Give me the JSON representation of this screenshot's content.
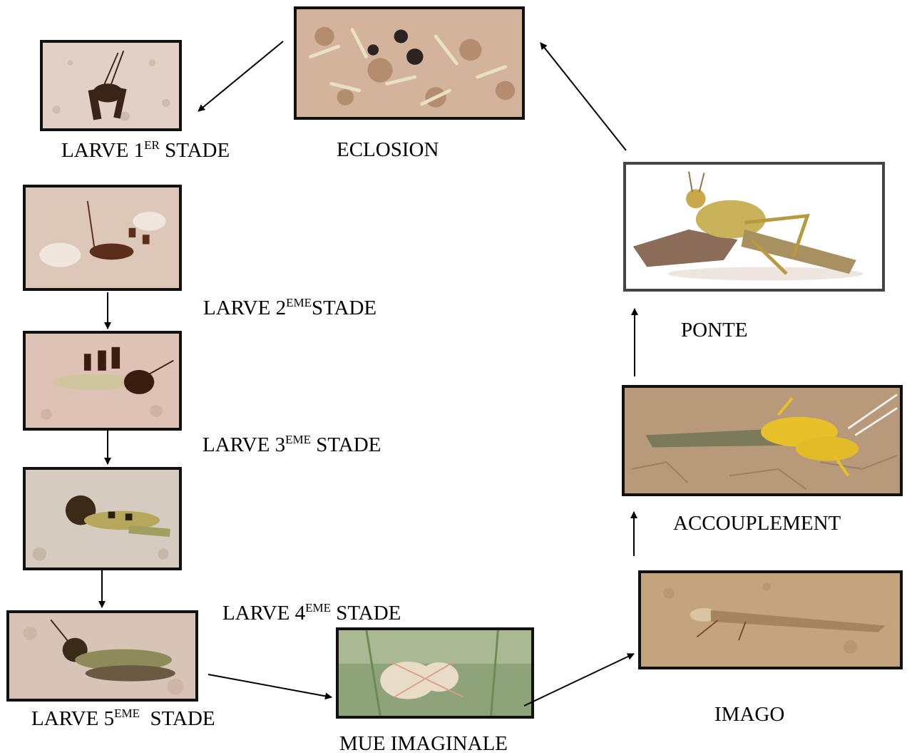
{
  "stages": {
    "l1": {
      "main": "LARVE 1",
      "sup": "ER",
      "rest": " STADE"
    },
    "ecl": {
      "main": "ECLOSION"
    },
    "l2": {
      "main": "LARVE 2",
      "sup": "EME",
      "rest": "STADE"
    },
    "l3": {
      "main": "LARVE 3",
      "sup": "EME",
      "rest": " STADE"
    },
    "l4": {
      "main": "LARVE 4",
      "sup": "EME",
      "rest": " STADE"
    },
    "l5": {
      "main": "LARVE 5",
      "sup": "EME",
      "rest": "  STADE"
    },
    "mue": {
      "main": "MUE IMAGINALE"
    },
    "imago": {
      "main": "IMAGO"
    },
    "acc": {
      "main": "ACCOUPLEMENT"
    },
    "ponte": {
      "main": "PONTE"
    }
  },
  "colors": {
    "sand": "#d9c3b2",
    "gravel": "#cdb7a6",
    "dark_insect": "#3a2418",
    "yellow_adult": "#e8c12a",
    "grass": "#6e8a52"
  }
}
